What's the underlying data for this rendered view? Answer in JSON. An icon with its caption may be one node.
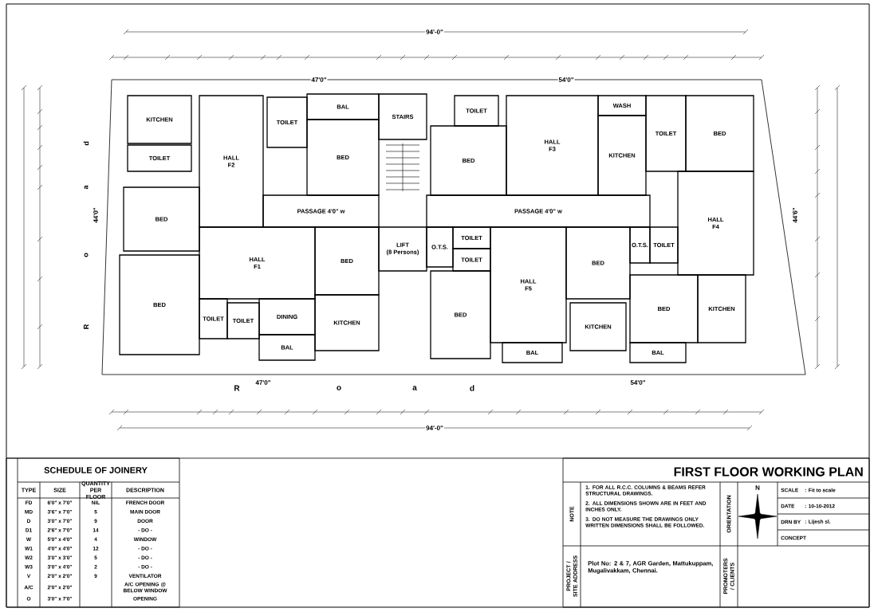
{
  "diagram": {
    "title": "FIRST FLOOR WORKING PLAN",
    "nodes": [
      {
        "text": [
          "KITCHEN"
        ]
      },
      {
        "text": [
          "TOILET"
        ]
      },
      {
        "text": [
          "BED"
        ]
      },
      {
        "text": [
          "HALL",
          "F2"
        ]
      },
      {
        "text": [
          "TOILET"
        ]
      },
      {
        "text": [
          "BAL"
        ]
      },
      {
        "text": [
          "BED"
        ]
      },
      {
        "text": [
          "PASSAGE 4'0\" w"
        ]
      },
      {
        "text": [
          "STAIRS"
        ]
      },
      {
        "text": [
          "PASSAGE 4'0\" w"
        ]
      },
      {
        "text": [
          "TOILET"
        ]
      },
      {
        "text": [
          "BED"
        ]
      },
      {
        "text": [
          "HALL",
          "F3"
        ]
      },
      {
        "text": [
          "WASH"
        ]
      },
      {
        "text": [
          "KITCHEN"
        ]
      },
      {
        "text": [
          "TOILET"
        ]
      },
      {
        "text": [
          "BED"
        ]
      },
      {
        "text": [
          "HALL",
          "F4"
        ]
      },
      {
        "text": [
          "BED"
        ]
      },
      {
        "text": [
          "HALL",
          "F1"
        ]
      },
      {
        "text": [
          "TOILET"
        ]
      },
      {
        "text": [
          "TOILET"
        ]
      },
      {
        "text": [
          "DINING"
        ]
      },
      {
        "text": [
          "BAL"
        ]
      },
      {
        "text": [
          "BED"
        ]
      },
      {
        "text": [
          "KITCHEN"
        ]
      },
      {
        "text": [
          "LIFT",
          "(8 Persons)"
        ]
      },
      {
        "text": [
          "O.T.S."
        ]
      },
      {
        "text": [
          "TOILET"
        ]
      },
      {
        "text": [
          "TOILET"
        ]
      },
      {
        "text": [
          "BED"
        ]
      },
      {
        "text": [
          "HALL",
          "F5"
        ]
      },
      {
        "text": [
          "BAL"
        ]
      },
      {
        "text": [
          "BED"
        ]
      },
      {
        "text": [
          "KITCHEN"
        ]
      },
      {
        "text": [
          "O.T.S."
        ]
      },
      {
        "text": [
          "TOILET"
        ]
      },
      {
        "text": [
          "BED"
        ]
      },
      {
        "text": [
          "BAL"
        ]
      },
      {
        "text": [
          "KITCHEN"
        ]
      }
    ],
    "labels": [
      "94'-0\"",
      "47'0\"",
      "54'0\"",
      "44'0\"",
      "44'6\"",
      "R",
      "o",
      "a",
      "d",
      "R",
      "o",
      "a",
      "d",
      "47'0\"",
      "54'0\"",
      "94'-0\"",
      "SCHEDULE OF JOINERY",
      "TYPE",
      "SIZE",
      "QUANTITY PER FLOOR",
      "DESCRIPTION",
      "FD",
      "6'0\" x 7'0\"",
      "NIL",
      "FRENCH DOOR",
      "MD",
      "3'6\" x 7'0\"",
      "5",
      "MAIN DOOR",
      "D",
      "3'0\" x 7'0\"",
      "9",
      "DOOR",
      "D1",
      "2'6\" x 7'0\"",
      "14",
      "- DO -",
      "W",
      "5'0\" x 4'0\"",
      "4",
      "WINDOW",
      "W1",
      "4'0\" x 4'0\"",
      "12",
      "- DO -",
      "W2",
      "3'0\" x 3'0\"",
      "5",
      "- DO -",
      "W3",
      "3'0\" x 4'0\"",
      "2",
      "- DO -",
      "V",
      "2'0\" x 2'0\"",
      "9",
      "VENTILATOR",
      "A/C",
      "2'0\" x 2'0\"",
      "A/C OPENING @ BELOW WINDOW",
      "O",
      "3'0\" x 7'0\"",
      "OPENING",
      "NOTE",
      "1. FOR ALL R.C.C. COLUMNS & BEAMS REFER STRUCTURAL DRAWINGS.",
      "2. ALL DIMENSIONS SHOWN ARE IN FEET AND INCHES ONLY.",
      "3. DO NOT MEASURE THE DRAWINGS ONLY WRITTEN DIMENSIONS SHALL BE FOLLOWED.",
      "ORIENTATION",
      "N",
      "SCALE",
      ": Fit to scale",
      "DATE",
      ": 10-10-2012",
      "DRN BY",
      ": Lijesh sl.",
      "CONCEPT",
      "PROJECT / SITE ADDRESS",
      "Plot No: 2 & 7, AGR Garden, Mattukuppam, Mugalivakkam, Chennai.",
      "PROMOTERS / CLIENTS"
    ]
  }
}
